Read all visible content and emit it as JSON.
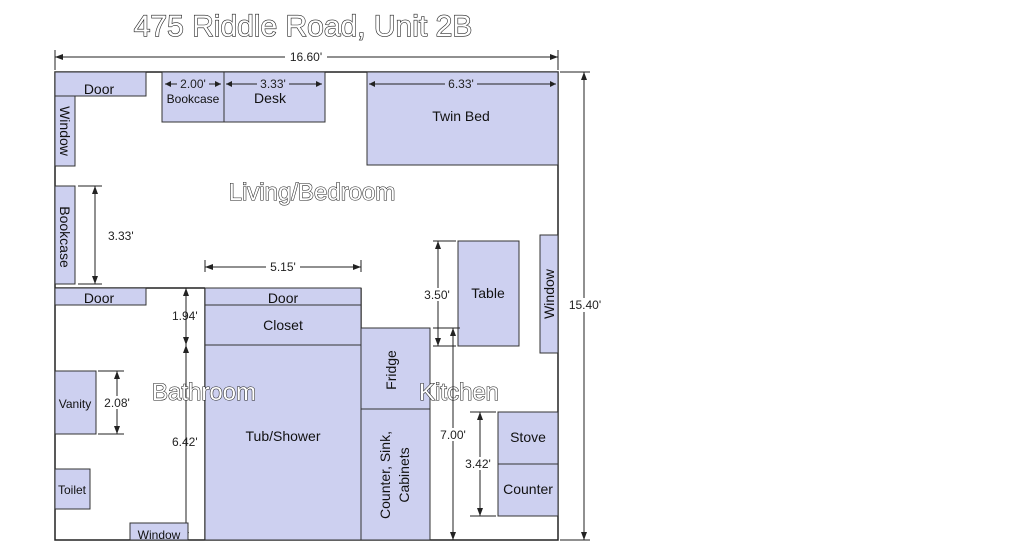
{
  "title": "475 Riddle Road, Unit 2B",
  "rooms": {
    "living": "Living/Bedroom",
    "bathroom": "Bathroom",
    "kitchen": "Kitchen"
  },
  "items": {
    "door_top": "Door",
    "bookcase_top": "Bookcase",
    "desk": "Desk",
    "twin_bed": "Twin Bed",
    "window_left": "Window",
    "bookcase_left": "Bookcase",
    "door_mid_left": "Door",
    "door_closet": "Door",
    "closet": "Closet",
    "table": "Table",
    "window_right": "Window",
    "fridge": "Fridge",
    "vanity": "Vanity",
    "tub_shower": "Tub/Shower",
    "toilet": "Toilet",
    "window_bottom": "Window",
    "counter_sink_1": "Counter, Sink,",
    "counter_sink_2": "Cabinets",
    "stove": "Stove",
    "counter": "Counter"
  },
  "dimensions": {
    "overall_width": "16.60'",
    "overall_height": "15.40'",
    "bookcase_top": "2.00'",
    "desk": "3.33'",
    "twin_bed": "6.33'",
    "bookcase_left": "3.33'",
    "closet_width": "5.15'",
    "closet_depth": "1.94'",
    "table": "3.50'",
    "vanity": "2.08'",
    "tub_shower": "6.42'",
    "kitchen_depth": "7.00'",
    "stove_counter": "3.42'"
  }
}
